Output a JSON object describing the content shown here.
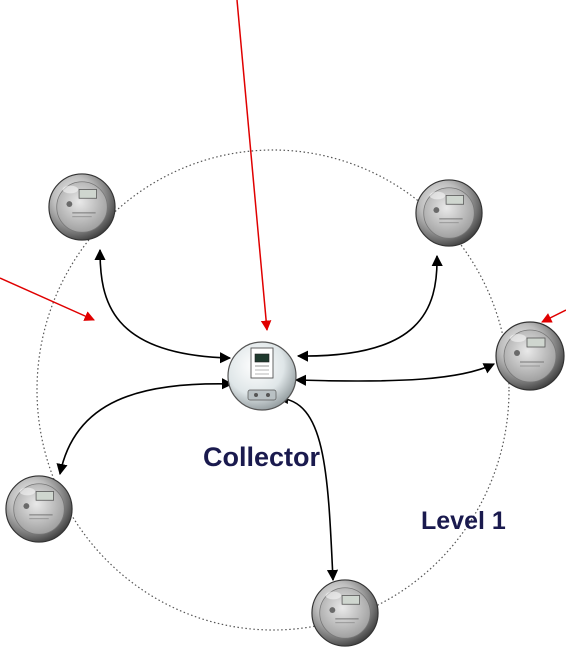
{
  "labels": {
    "collector": "Collector",
    "level": "Level 1"
  },
  "colors": {
    "link_arrow": "#000000",
    "pointer_arrow": "#e00000",
    "label_text": "#1a1a4e",
    "ring": "#555555"
  },
  "nodes": [
    {
      "id": "collector",
      "icon": "collector-meter-icon"
    },
    {
      "id": "meter-top-left",
      "icon": "meter-icon"
    },
    {
      "id": "meter-top-right",
      "icon": "meter-icon"
    },
    {
      "id": "meter-right",
      "icon": "meter-icon"
    },
    {
      "id": "meter-bottom-left",
      "icon": "meter-icon"
    },
    {
      "id": "meter-bottom",
      "icon": "meter-icon"
    }
  ]
}
